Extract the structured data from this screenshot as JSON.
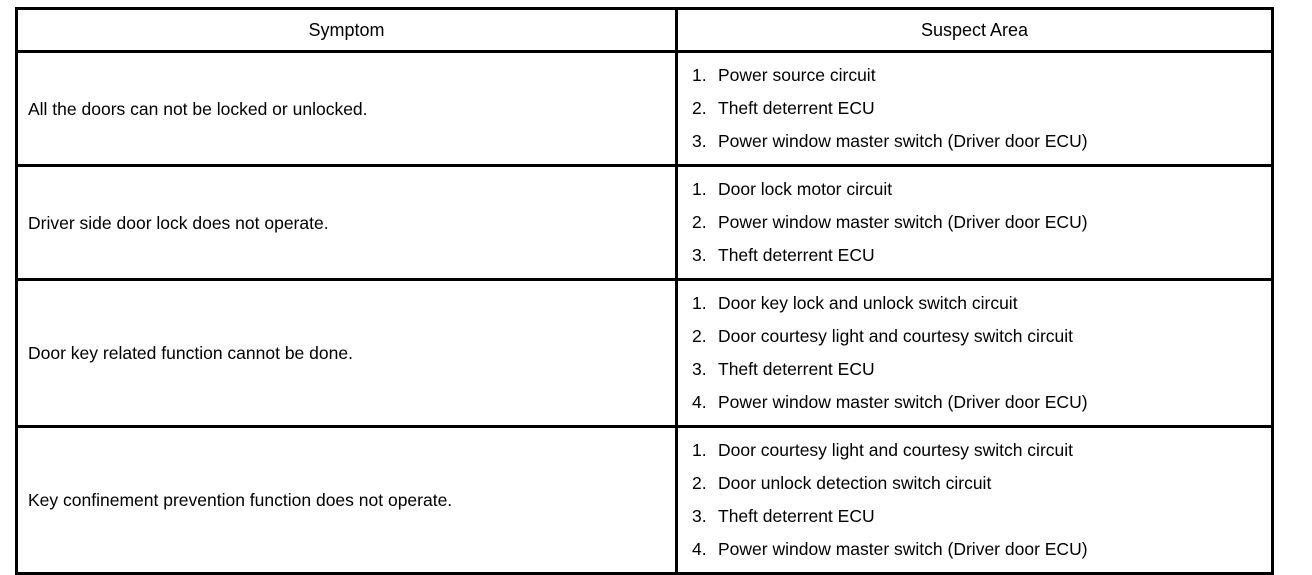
{
  "table": {
    "headers": [
      "Symptom",
      "Suspect Area"
    ],
    "rows": [
      {
        "symptom": "All the doors can not be locked or unlocked.",
        "items": [
          {
            "n": "1.",
            "t": "Power source circuit"
          },
          {
            "n": "2.",
            "t": "Theft deterrent ECU"
          },
          {
            "n": "3.",
            "t": "Power window master switch (Driver door ECU)"
          }
        ]
      },
      {
        "symptom": "Driver side door lock does not operate.",
        "items": [
          {
            "n": "1.",
            "t": "Door lock motor circuit"
          },
          {
            "n": "2.",
            "t": "Power window master switch (Driver door ECU)"
          },
          {
            "n": "3.",
            "t": "Theft deterrent ECU"
          }
        ]
      },
      {
        "symptom": "Door key related function cannot be done.",
        "items": [
          {
            "n": "1.",
            "t": "Door key lock and unlock switch circuit"
          },
          {
            "n": "2.",
            "t": "Door courtesy light and courtesy switch circuit"
          },
          {
            "n": "3.",
            "t": "Theft deterrent ECU"
          },
          {
            "n": "4.",
            "t": "Power window master switch (Driver door ECU)"
          }
        ]
      },
      {
        "symptom": "Key confinement prevention function does not operate.",
        "items": [
          {
            "n": "1.",
            "t": "Door courtesy light and courtesy switch circuit"
          },
          {
            "n": "2.",
            "t": "Door unlock detection switch circuit"
          },
          {
            "n": "3.",
            "t": "Theft deterrent ECU"
          },
          {
            "n": "4.",
            "t": "Power window master switch (Driver door ECU)"
          }
        ]
      }
    ]
  },
  "colors": {
    "border": "#000000",
    "background": "#ffffff",
    "text": "#000000"
  }
}
